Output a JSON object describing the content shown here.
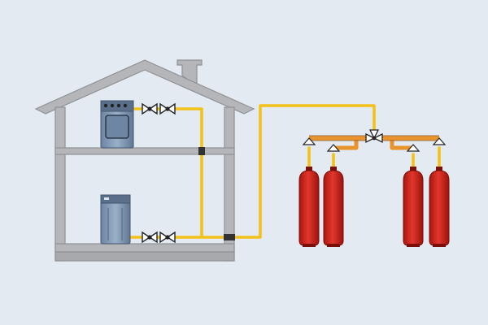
{
  "diagram": {
    "colors": {
      "background": "#e3eaf2",
      "wall": "#b4b6b9",
      "wall_stroke": "#8f9194",
      "gas_pipe": "#f2c21b",
      "manifold_pipe": "#e8932b",
      "cylinder": "#d8231a",
      "cylinder_dark": "#a8150f",
      "appliance": "#7e95b0",
      "valve_fill": "#ffffff",
      "valve_dark": "#222222"
    },
    "icons": {
      "stove": "gas-stove-icon",
      "boiler": "gas-boiler-icon",
      "cylinder": "gas-cylinder-icon",
      "valve": "ball-valve-icon",
      "reducer": "pressure-regulator-icon",
      "three_way": "three-way-valve-icon"
    },
    "cylinder_count": 4,
    "appliance_count": 2,
    "valve_count": 4
  }
}
